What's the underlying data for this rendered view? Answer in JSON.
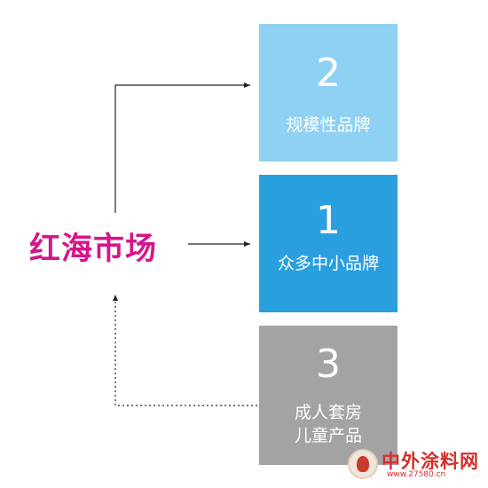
{
  "main_label": "红海市场",
  "boxes": [
    {
      "id": "2",
      "number": "2",
      "label": "规模性品牌"
    },
    {
      "id": "1",
      "number": "1",
      "label": "众多中小品牌"
    },
    {
      "id": "3",
      "number": "3",
      "label": "成人套房\n儿童产品"
    }
  ],
  "watermark": {
    "title": "中外涂料网",
    "url": "www.27580.cn"
  },
  "colors": {
    "main_label": "#d6158b",
    "box_2": "#8fd1f3",
    "box_1": "#2a9fe0",
    "box_3": "#a3a3a3",
    "arrow": "#222222"
  }
}
